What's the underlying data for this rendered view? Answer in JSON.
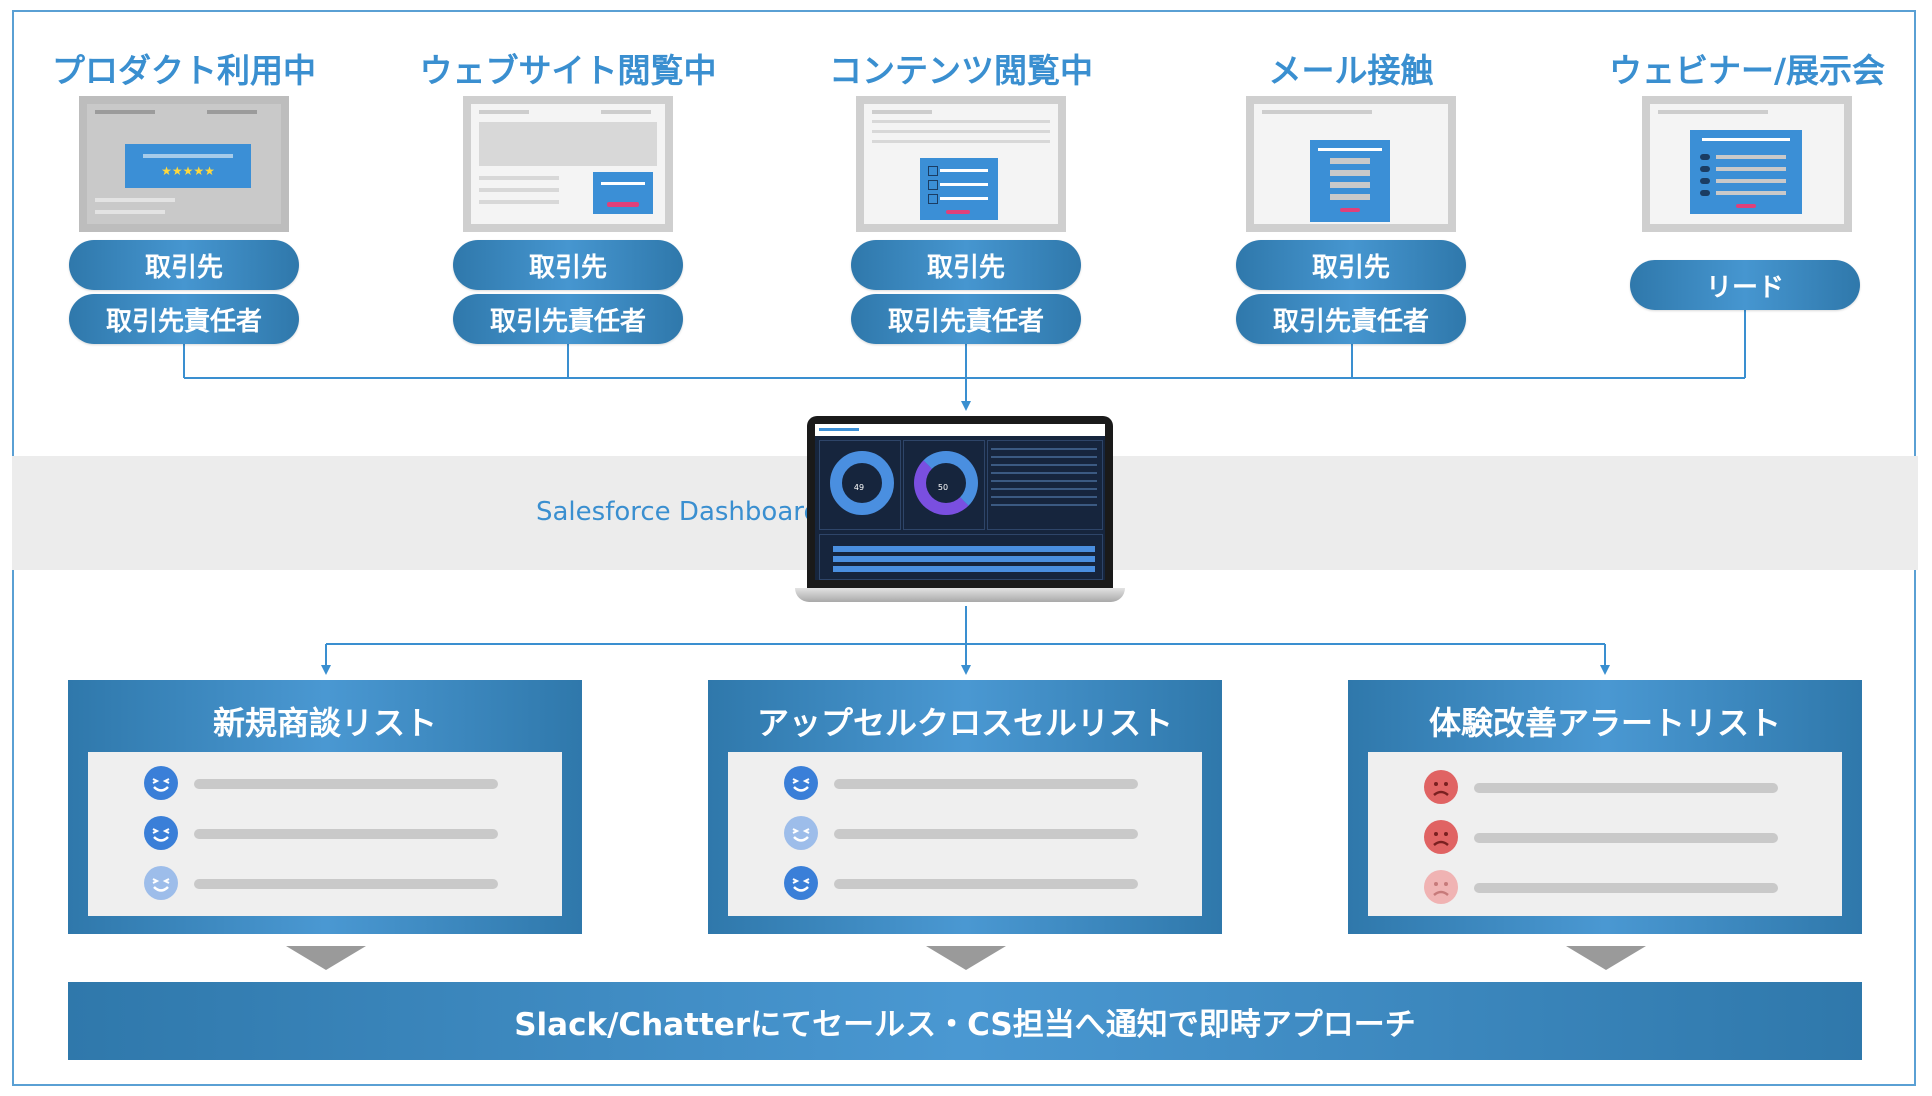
{
  "colors": {
    "accent_blue": "#3a8fd0",
    "pill_blue": "#3b88c2",
    "frame_blue": "#5aa0d4",
    "band_grey": "#ececec",
    "happy_face": "#3a7fd8",
    "sad_face": "#e06363"
  },
  "sources": [
    {
      "title": "プロダクト利用中",
      "pills": [
        "取引先",
        "取引先責任者"
      ],
      "icon": "product-review-icon"
    },
    {
      "title": "ウェブサイト閲覧中",
      "pills": [
        "取引先",
        "取引先責任者"
      ],
      "icon": "website-popup-icon"
    },
    {
      "title": "コンテンツ閲覧中",
      "pills": [
        "取引先",
        "取引先責任者"
      ],
      "icon": "checklist-content-icon"
    },
    {
      "title": "メール接触",
      "pills": [
        "取引先",
        "取引先責任者"
      ],
      "icon": "email-icon"
    },
    {
      "title": "ウェビナー/展示会",
      "pills": [
        "リード"
      ],
      "icon": "webinar-form-icon"
    }
  ],
  "dashboard": {
    "label": "Salesforce Dashboard",
    "donut_values": [
      "49",
      "50"
    ]
  },
  "lists": [
    {
      "title": "新規商談リスト",
      "faces": [
        "happy",
        "happy",
        "happy-faded"
      ]
    },
    {
      "title": "アップセルクロスセルリスト",
      "faces": [
        "happy",
        "happy-faded",
        "happy"
      ]
    },
    {
      "title": "体験改善アラートリスト",
      "faces": [
        "sad",
        "sad",
        "sad-faded"
      ]
    }
  ],
  "notification": "Slack/Chatterにてセールス・CS担当へ通知で即時アプローチ"
}
